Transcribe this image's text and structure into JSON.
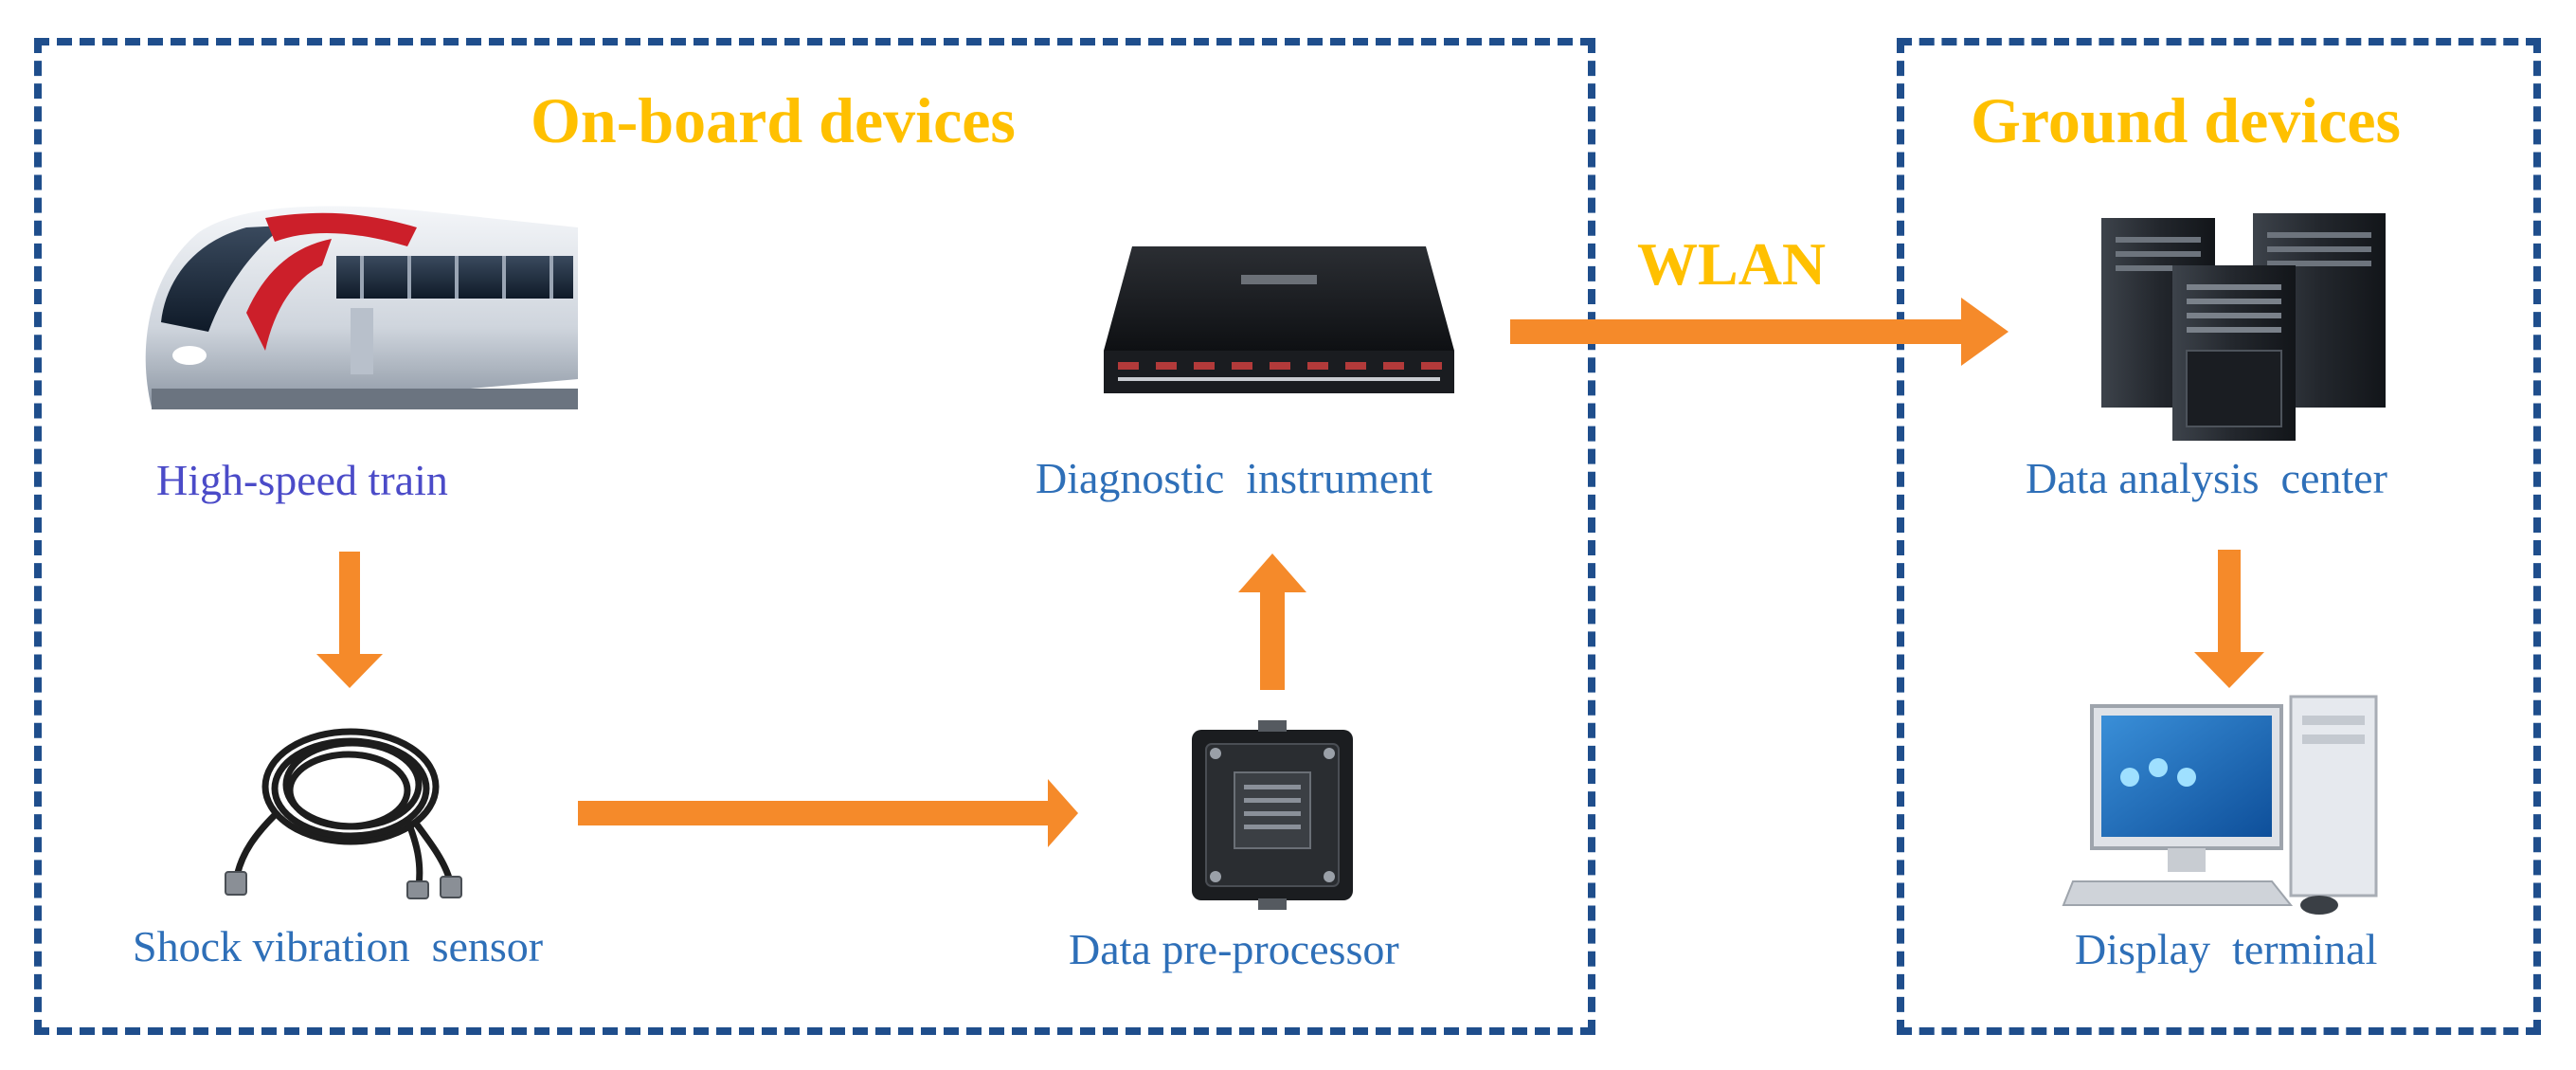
{
  "onboard": {
    "title": "On-board devices"
  },
  "ground": {
    "title": "Ground devices"
  },
  "link": {
    "label": "WLAN"
  },
  "nodes": {
    "train": {
      "label": "High-speed train",
      "icon": "train-icon"
    },
    "sensor": {
      "label": "Shock vibration  sensor",
      "icon": "sensor-cable-icon"
    },
    "preprocessor": {
      "label": "Data pre-processor",
      "icon": "preprocessor-module-icon"
    },
    "diagnostic": {
      "label": "Diagnostic  instrument",
      "icon": "diagnostic-instrument-icon"
    },
    "analysis": {
      "label": "Data analysis  center",
      "icon": "server-towers-icon"
    },
    "display": {
      "label": "Display  terminal",
      "icon": "desktop-computer-icon"
    }
  },
  "colors": {
    "border": "#1f4e8c",
    "title": "#ffc000",
    "label": "#2e6fb8",
    "train_label": "#4b4bc8",
    "arrow": "#f58a2a"
  }
}
